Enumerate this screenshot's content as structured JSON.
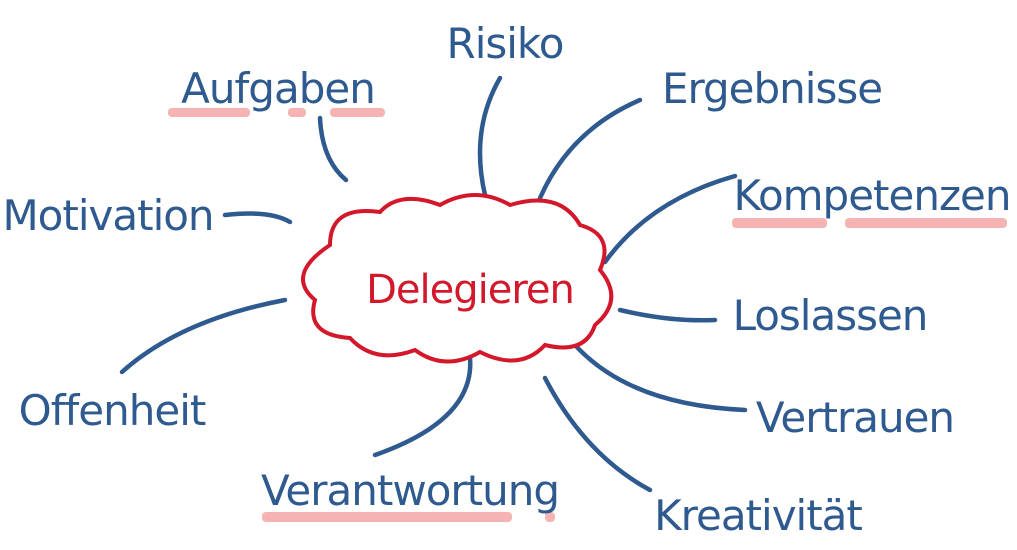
{
  "center": {
    "label": "Delegieren",
    "color": "#d3182b"
  },
  "colors": {
    "branch": "#2f5a8f",
    "highlight": "#f39a9a"
  },
  "branches": [
    {
      "label": "Risiko",
      "highlighted": false
    },
    {
      "label": "Aufgaben",
      "highlighted": true
    },
    {
      "label": "Ergebnisse",
      "highlighted": false
    },
    {
      "label": "Motivation",
      "highlighted": false
    },
    {
      "label": "Kompetenzen",
      "highlighted": true
    },
    {
      "label": "Loslassen",
      "highlighted": false
    },
    {
      "label": "Offenheit",
      "highlighted": false
    },
    {
      "label": "Vertrauen",
      "highlighted": false
    },
    {
      "label": "Verantwortung",
      "highlighted": true
    },
    {
      "label": "Kreativität",
      "highlighted": false
    }
  ]
}
